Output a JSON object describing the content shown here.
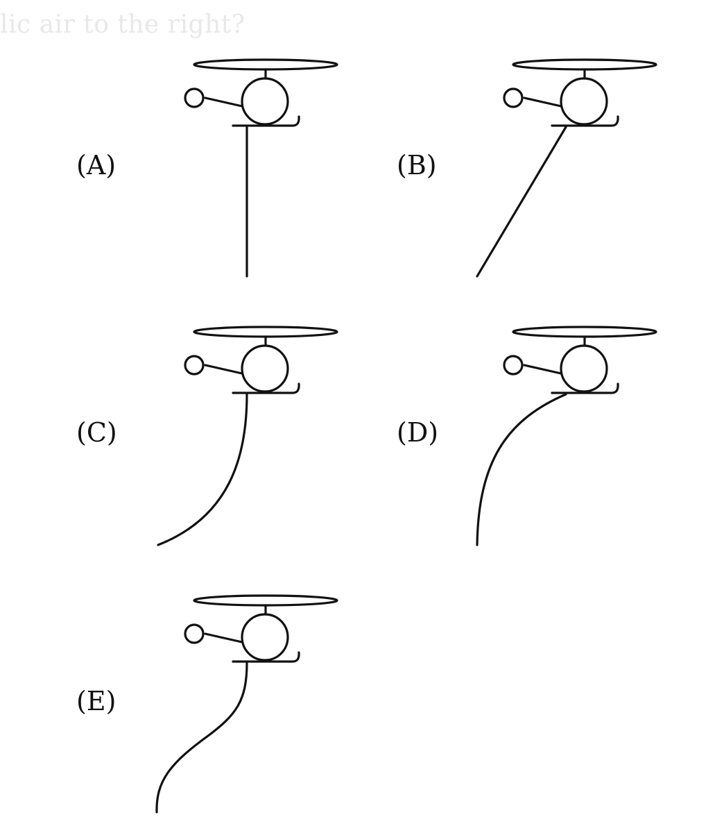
{
  "question_fragment": "lic air to the right?",
  "options": [
    {
      "id": "A",
      "label": "(A)",
      "rope_shape": "straight-vertical"
    },
    {
      "id": "B",
      "label": "(B)",
      "rope_shape": "straight-diagonal-left"
    },
    {
      "id": "C",
      "label": "(C)",
      "rope_shape": "curve-concave-left"
    },
    {
      "id": "D",
      "label": "(D)",
      "rope_shape": "curve-convex-left"
    },
    {
      "id": "E",
      "label": "(E)",
      "rope_shape": "s-curve"
    }
  ],
  "colors": {
    "ink": "#111111",
    "faded_text": "#e8e8e8",
    "background": "#ffffff"
  },
  "icons": {
    "helicopter": "helicopter-icon"
  }
}
